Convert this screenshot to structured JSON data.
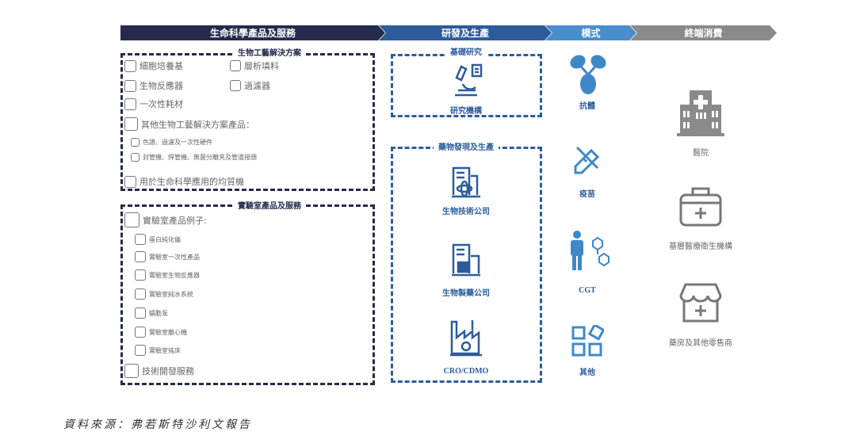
{
  "header": {
    "s1": "生命科學產品及服務",
    "s2": "研發及生產",
    "s3": "模式",
    "s4": "終端消費"
  },
  "left": {
    "box1_title": "生物工藝解決方案",
    "box1_items": [
      "細胞培養基",
      "生物反應器",
      "一次性耗材",
      "其他生物工藝解決方案產品："
    ],
    "box1_right": [
      "層析填料",
      "過濾器"
    ],
    "box1_sub": [
      "色譜、過濾及一次性硬件",
      "封管機、焊管機、無菌分離夾及管道接頭"
    ],
    "box1_last": "用於生命科學應用的均質機",
    "box2_title": "實驗室產品及服務",
    "box2_head": "實驗室產品例子:",
    "box2_sub": [
      "蛋白純化儀",
      "實驗室一次性產品",
      "實驗室生物反應器",
      "實驗室純水系統",
      "蠕動泵",
      "實驗室離心機",
      "實驗室搖床"
    ],
    "box2_last": "技術開發服務"
  },
  "mid": {
    "box1_title": "基礎研究",
    "research": "研究機構",
    "box2_title": "藥物發現及生產",
    "biotech": "生物技術公司",
    "pharma": "生物製藥公司",
    "cro": "CRO/CDMO"
  },
  "mode": {
    "items": [
      "抗體",
      "疫苗",
      "CGT",
      "其他"
    ]
  },
  "end": {
    "items": [
      "醫院",
      "基層醫療衛生機構",
      "藥房及其他零售商"
    ]
  },
  "source": "資料來源：弗若斯特沙利文報告",
  "colors": {
    "navy": "#252b4d",
    "blue": "#2c5c9c",
    "light": "#4a8dcc",
    "gray": "#8a8a8a"
  }
}
